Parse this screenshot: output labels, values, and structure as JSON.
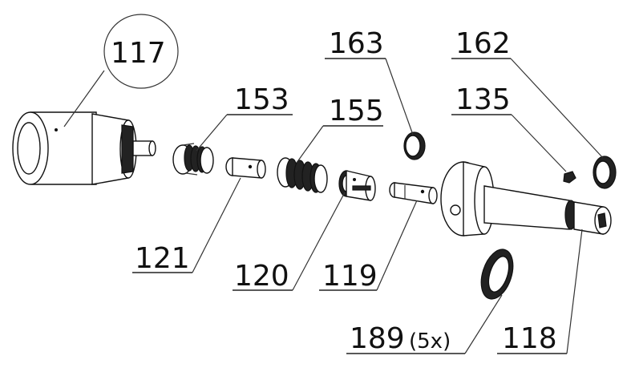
{
  "labels": {
    "l117": "117",
    "l153": "153",
    "l155": "155",
    "l163": "163",
    "l162": "162",
    "l135": "135",
    "l121": "121",
    "l120": "120",
    "l119": "119",
    "l189": "189",
    "l189_qty": "(5x)",
    "l118": "118"
  }
}
